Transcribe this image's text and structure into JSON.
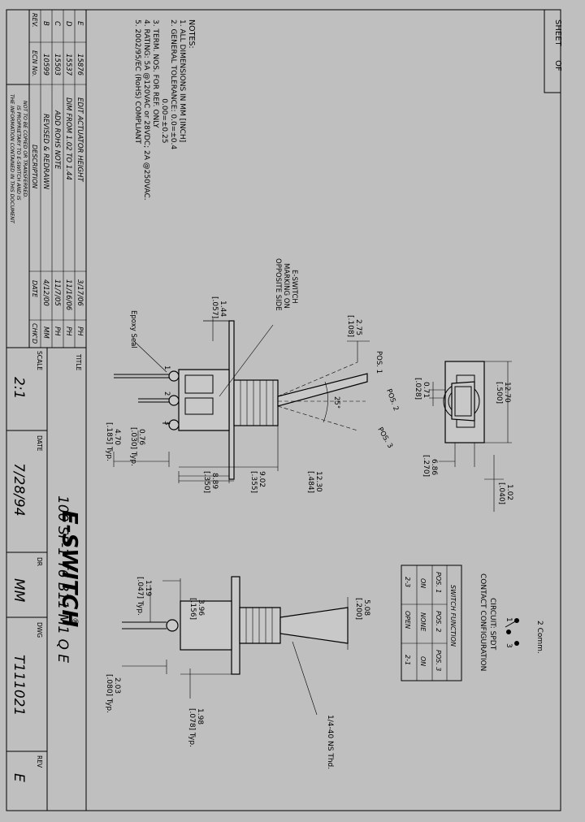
{
  "sheet": {
    "label": "SHEET",
    "of": "OF"
  },
  "notes": {
    "title": "NOTES:",
    "items": [
      "1.  ALL DIMENSIONS IN MM [INCH]",
      "2.  GENERAL TOLERANCE: 0.0=±0.4",
      "                                  0.00=±0.25",
      "3.  TERM. NOS. FOR REF. ONLY",
      "4.  RATING: 5A @120VAC or 28VDC; 2A @250VAC.",
      "5.  2002/95/EC (RoHS) COMPLIANT"
    ]
  },
  "revisions": {
    "headers": {
      "rev": "REV.",
      "ecn": "ECN No.",
      "desc": "DESCRIPTION",
      "date": "DATE",
      "chkd": "CHK'D"
    },
    "rows": [
      {
        "rev": "E",
        "ecn": "15876",
        "desc": "EDIT ACTUATOR HEIGHT",
        "date": "3/17/06",
        "chkd": "PH"
      },
      {
        "rev": "D",
        "ecn": "15537",
        "desc": "DIM FROM 1.02 TO 1.44",
        "date": "11/16/06",
        "chkd": "PH"
      },
      {
        "rev": "C",
        "ecn": "15503",
        "desc": "ADD ROHS NOTE",
        "date": "11/7/05",
        "chkd": "PH"
      },
      {
        "rev": "B",
        "ecn": "10599",
        "desc": "REVISED & REDRAWN",
        "date": "4/12/00",
        "chkd": "MM"
      }
    ],
    "proprietary": [
      "THE INFORMATION CONTAINED IN THIS DOCUMENT",
      "IS PROPRIETARY TO E-SWITCH AND IS",
      "NOT TO BE COPIED OR TRANSFERRED."
    ]
  },
  "title_block": {
    "title_label": "TITLE",
    "title": "100 SP-1 T6 B11 M1 Q E",
    "scale_label": "SCALE",
    "scale": "2:1",
    "date_label": "DATE",
    "date": "7/28/94",
    "dr_label": "DR",
    "dr": "MM",
    "dwg_label": "DWG",
    "dwg": "T111021",
    "rev_label": "REV",
    "rev": "E",
    "logo": "E-SWITCH",
    "logo_mark": "®"
  },
  "dims": {
    "d144": "1.44",
    "d144i": "[.057]",
    "d275": "2.75",
    "d275i": "[.108]",
    "d1270": "12.70",
    "d1270i": "[.500]",
    "d071": "0.71",
    "d071i": "[.028]",
    "d686": "6.86",
    "d686i": "[.270]",
    "d102": "1.02",
    "d102i": "[.040]",
    "d076": "0.76",
    "d076i": "[.030] Typ.",
    "d470": "4.70",
    "d470i": "[.185] Typ.",
    "d889": "8.89",
    "d889i": "[.350]",
    "d902": "9.02",
    "d902i": "[.355]",
    "d1230": "12.30",
    "d1230i": "[.484]",
    "d119": "1.19",
    "d119i": "[.047] Typ.",
    "d396": "3.96",
    "d396i": "[.156]",
    "d508": "5.08",
    "d508i": "[.200]",
    "d203": "2.03",
    "d203i": "[.080] Typ.",
    "d198": "1.98",
    "d198i": "[.078] Typ.",
    "angle": "25°"
  },
  "labels": {
    "marking": [
      "E-SWITCH",
      "MARKING ON",
      "OPPOSITE SIDE"
    ],
    "epoxy": "Epoxy Seal",
    "pos1": "POS. 1",
    "pos2": "POS. 2",
    "pos3": "POS. 3",
    "term1": "1",
    "term2": "2",
    "term3": "3",
    "thread": "1/4-40 NS Thd."
  },
  "circuit": {
    "title": "CIRCUIT: SPDT",
    "comm": "2 Comm.",
    "t1": "1",
    "t3": "3",
    "config_title": "CONTACT CONFIGURATION",
    "func_title": "SWITCH FUNCTION",
    "headers": [
      "POS. 1",
      "POS. 2",
      "POS. 3"
    ],
    "row1": [
      "ON",
      "NONE",
      "ON"
    ],
    "row2": [
      "2-3",
      "OPEN",
      "2-1"
    ]
  }
}
